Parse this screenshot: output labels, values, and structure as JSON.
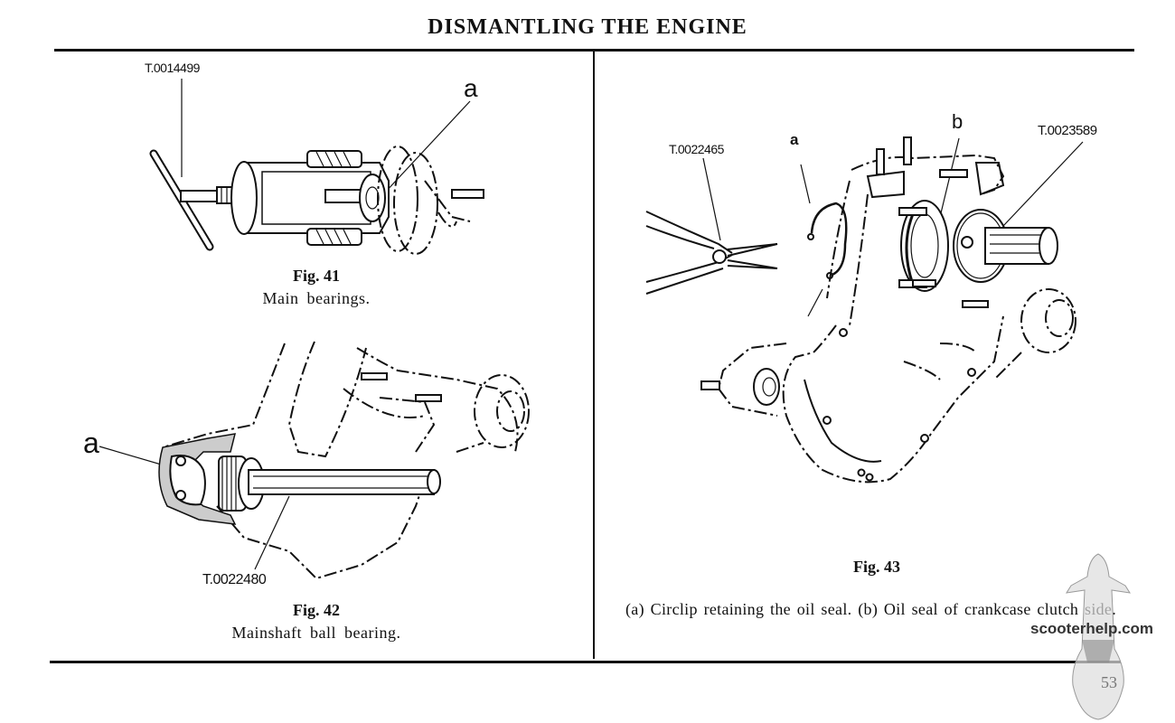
{
  "page": {
    "title": "DISMANTLING THE ENGINE",
    "page_number": "53",
    "watermark": "scooterhelp.com"
  },
  "figures": [
    {
      "number": "Fig. 41",
      "caption": "Main bearings.",
      "tool_labels": [
        "T.0014499"
      ],
      "callouts": [
        "a"
      ]
    },
    {
      "number": "Fig. 42",
      "caption": "Mainshaft ball bearing.",
      "tool_labels": [
        "T.0022480"
      ],
      "callouts": [
        "a"
      ]
    },
    {
      "number": "Fig. 43",
      "caption": "(a) Circlip retaining the oil seal. (b) Oil seal of crankcase clutch side.",
      "tool_labels": [
        "T.0022465",
        "T.0023589"
      ],
      "callouts": [
        "a",
        "b"
      ]
    }
  ]
}
